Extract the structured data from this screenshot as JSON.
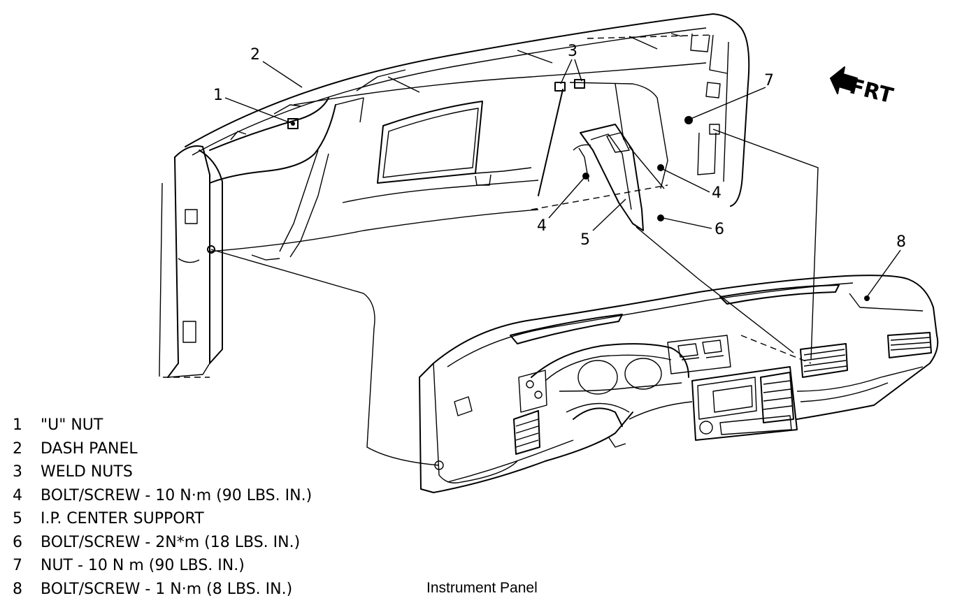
{
  "direction_label": "FRT",
  "callouts": [
    "1",
    "2",
    "3",
    "4",
    "4",
    "5",
    "6",
    "7",
    "8"
  ],
  "legend": [
    {
      "num": "1",
      "text": "\"U\" NUT"
    },
    {
      "num": "2",
      "text": "DASH PANEL"
    },
    {
      "num": "3",
      "text": "WELD NUTS"
    },
    {
      "num": "4",
      "text": "BOLT/SCREW - 10 N·m (90 LBS. IN.)"
    },
    {
      "num": "5",
      "text": "I.P. CENTER SUPPORT"
    },
    {
      "num": "6",
      "text": "BOLT/SCREW - 2N*m (18 LBS. IN.)"
    },
    {
      "num": "7",
      "text": "NUT - 10 N m (90 LBS. IN.)"
    },
    {
      "num": "8",
      "text": "BOLT/SCREW - 1 N·m (8 LBS. IN.)"
    }
  ],
  "caption": "Instrument Panel",
  "icons": [
    "arrow-icon"
  ]
}
